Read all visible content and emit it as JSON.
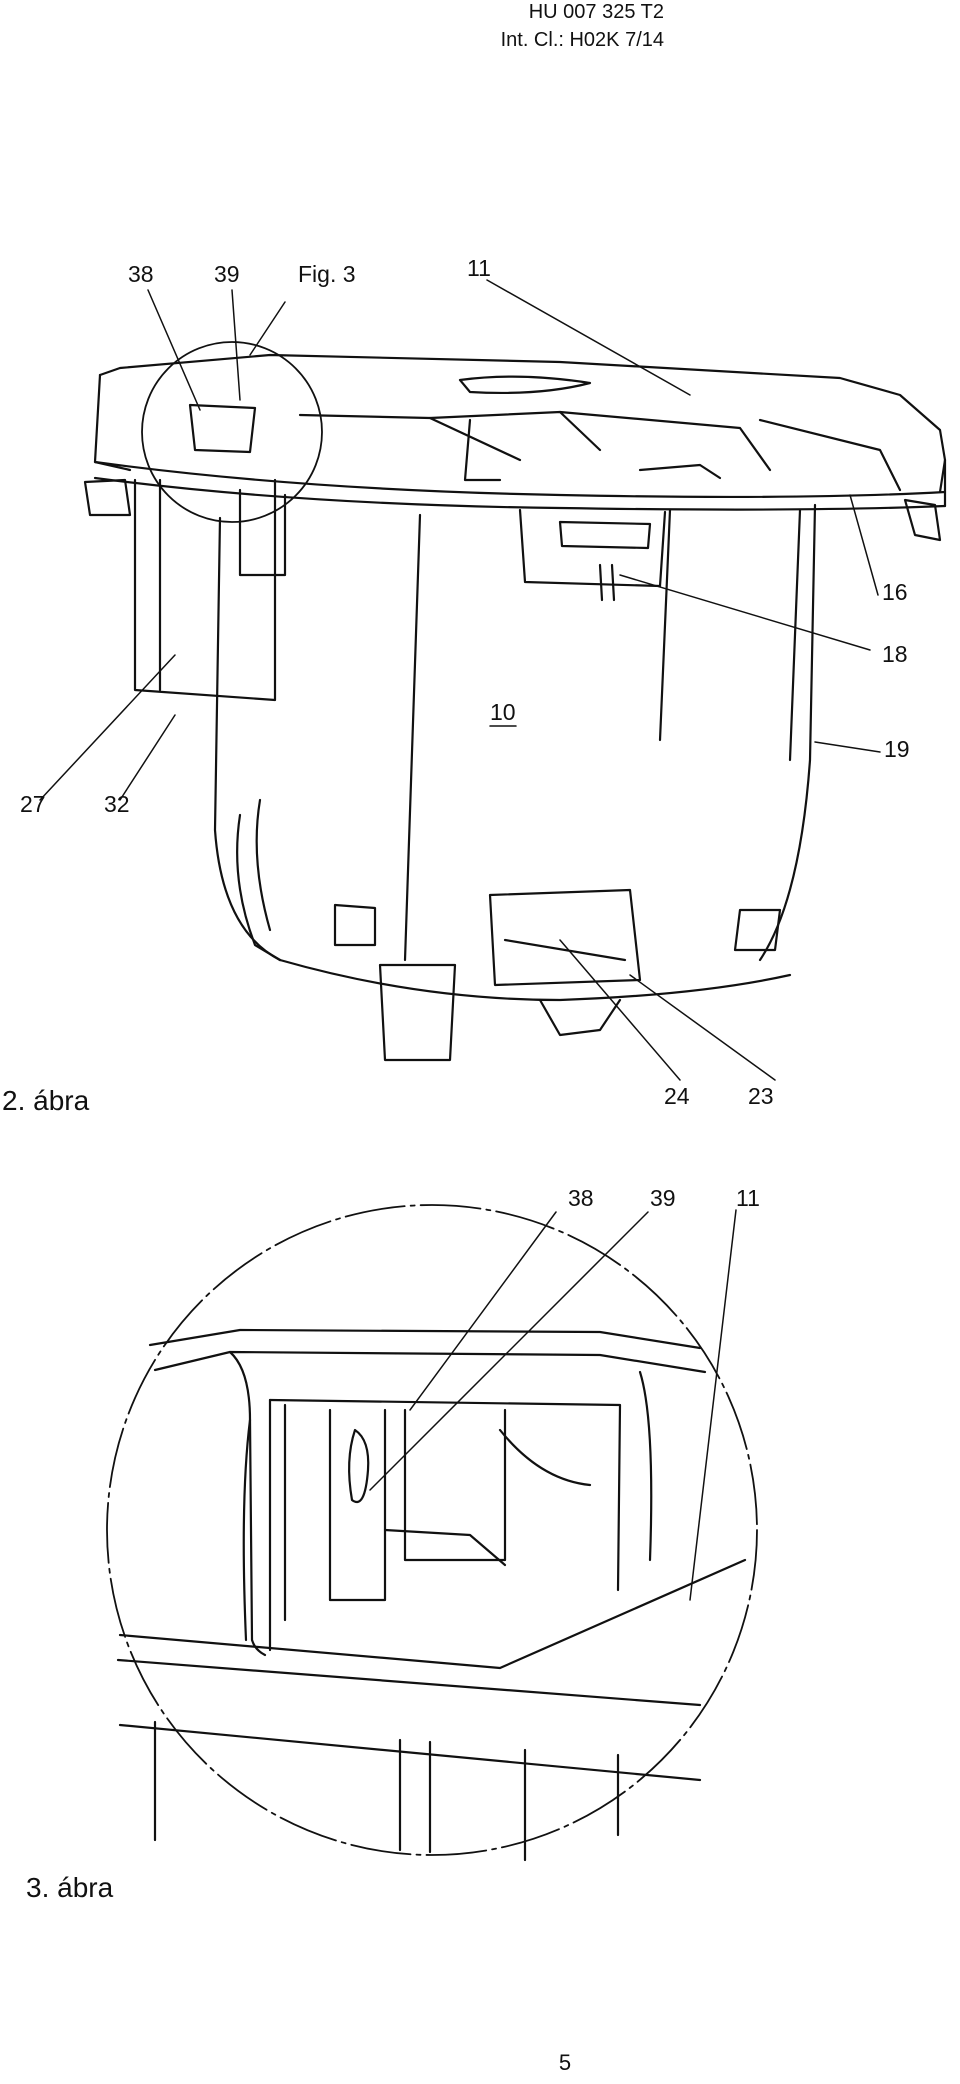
{
  "header": {
    "doc_number": "HU 007 325 T2",
    "int_class": "Int. Cl.: H02K 7/14"
  },
  "figure2": {
    "caption": "2. ábra",
    "detail_label": "Fig. 3",
    "refs": {
      "r38": "38",
      "r39": "39",
      "r11": "11",
      "r16": "16",
      "r18": "18",
      "r19": "19",
      "r10": "10",
      "r27": "27",
      "r32": "32",
      "r24": "24",
      "r23": "23"
    }
  },
  "figure3": {
    "caption": "3. ábra",
    "refs": {
      "r38": "38",
      "r39": "39",
      "r11": "11"
    }
  },
  "footer": {
    "page_number": "5"
  }
}
